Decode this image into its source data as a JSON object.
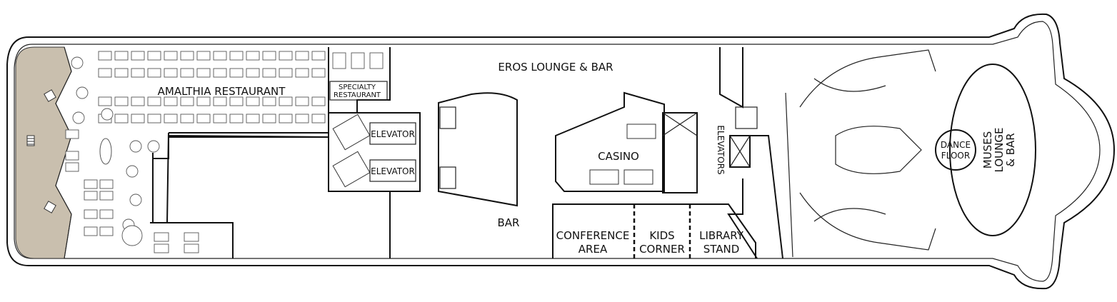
{
  "labels": {
    "amalthia": "AMALTHIA RESTAURANT",
    "specialty_1": "SPECIALTY",
    "specialty_2": "RESTAURANT",
    "elevator_1": "ELEVATOR",
    "elevator_2": "ELEVATOR",
    "eros": "EROS LOUNGE & BAR",
    "bar": "BAR",
    "casino": "CASINO",
    "elevators": "ELEVATORS",
    "conference_1": "CONFERENCE",
    "conference_2": "AREA",
    "kids_1": "KIDS",
    "kids_2": "CORNER",
    "library_1": "LIBRARY",
    "library_2": "STAND",
    "dance_1": "DANCE",
    "dance_2": "FLOOR",
    "muses_1": "MUSES",
    "muses_2": "LOUNGE",
    "muses_3": "& BAR"
  },
  "colors": {
    "aft_deck": "#c9bfae",
    "line": "#111111"
  },
  "icons": [
    "stairs-icon",
    "restroom-icon",
    "elevator-icon"
  ]
}
